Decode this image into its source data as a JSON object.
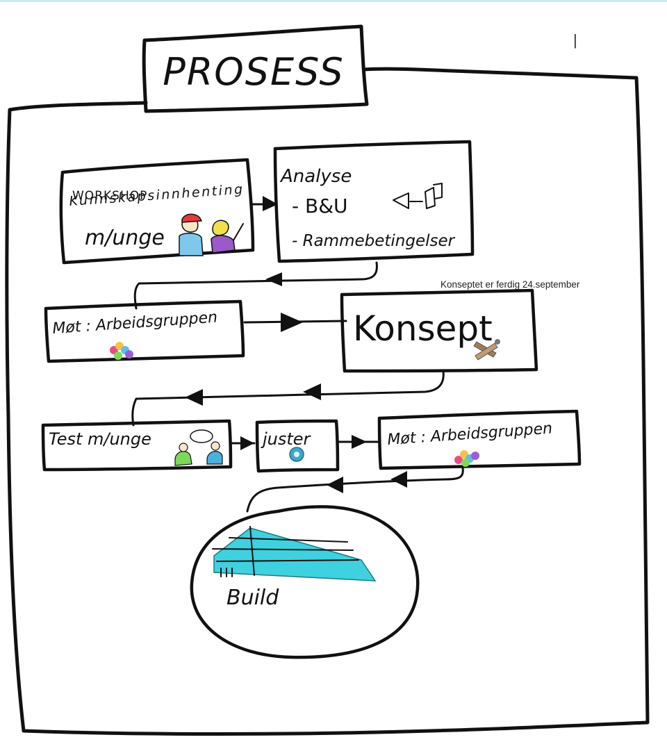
{
  "diagram": {
    "title": "PROSESS",
    "note": "Konseptet er ferdig 24.september",
    "cursor_mark": "|",
    "nodes": {
      "workshop": {
        "line1": "WORKSHOP",
        "line2": "Kunnskapsinnhenting",
        "line3": "m/unge"
      },
      "analyse": {
        "title": "Analyse",
        "item1": "- B&U",
        "item2": "- Rammebetingelser"
      },
      "mote1": {
        "label": "Møt : Arbeidsgruppen"
      },
      "konsept": {
        "label": "Konsept"
      },
      "test": {
        "label": "Test m/unge"
      },
      "juster": {
        "label": "juster"
      },
      "mote2": {
        "label": "Møt : Arbeidsgruppen"
      },
      "build": {
        "label": "Build"
      }
    },
    "colors": {
      "building": "#3fd1df",
      "person_red_cap": "#e23b3b",
      "person_blue": "#7ec8ee",
      "person_purple": "#9b59c9",
      "person_yellow": "#f1df4b",
      "group_colors": [
        "#e94b8a",
        "#f4c542",
        "#5bc0eb",
        "#9c5fd1",
        "#7ed957"
      ],
      "tools": "#a07a5a",
      "test_green": "#7cd85a",
      "test_blue": "#4ab0e0",
      "juster_icon": "#3fa8c8"
    },
    "icons": [
      "people-icon",
      "megaphone-icon",
      "group-icon",
      "tools-icon",
      "conversation-icon",
      "adjust-icon",
      "building-icon"
    ]
  }
}
